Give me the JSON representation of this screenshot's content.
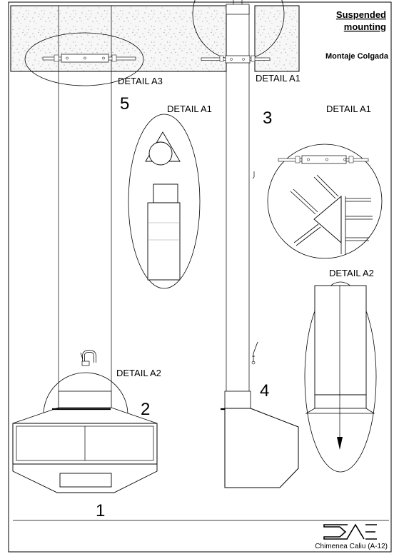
{
  "header": {
    "title_line1": "Suspended",
    "title_line2": "mounting",
    "subtitle": "Montaje Colgada"
  },
  "details": {
    "a3": "DETAIL A3",
    "a1_top": "DETAIL A1",
    "a1_left": "DETAIL A1",
    "a1_right": "DETAIL A1",
    "a2_right": "DETAIL A2",
    "a2_bottom": "DETAIL A2"
  },
  "steps": {
    "s1": "1",
    "s2": "2",
    "s3": "3",
    "s4": "4",
    "s5": "5"
  },
  "footer": {
    "logo": "DAE",
    "model": "Chimenea Caliu (A-12)"
  }
}
